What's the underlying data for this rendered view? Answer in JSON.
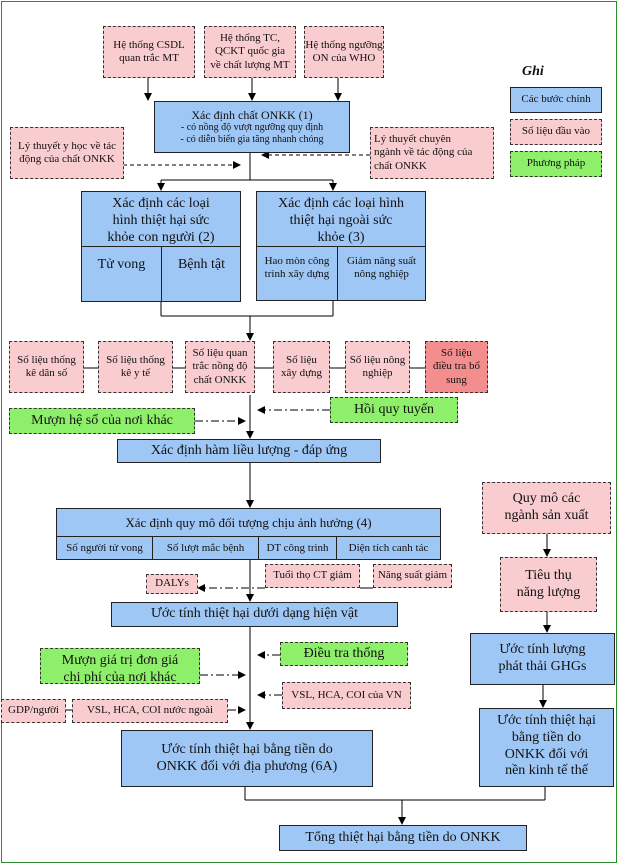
{
  "inputs_top": {
    "csdl": "Hệ thống CSDL\nquan trắc MT",
    "tc": "Hệ thống TC,\nQCKT quốc gia\nvề chất lượng MT",
    "who": "Hệ thống ngưỡng\nON của WHO"
  },
  "step1": {
    "title": "Xác định chất ONKK (1)",
    "line1": "- có nồng độ vượt ngưỡng quy định",
    "line2": "- có diễn biến gia tăng nhanh chóng"
  },
  "theory": {
    "medical": "Lý thuyết y học về tác\nđộng của chất ONKK",
    "specialist": "Lý thuyết chuyên\nngành về tác động của\nchất ONKK"
  },
  "health": {
    "title": "Xác định các loại\nhình thiệt hại sức\nkhỏe con người (2)",
    "death": "Tử vong",
    "disease": "Bệnh tật"
  },
  "nonhealth": {
    "title": "Xác định các loại hình\nthiệt hại ngoài sức\nkhỏe (3)",
    "wear": "Hao mòn công\ntrình xây dựng",
    "yield": "Giảm năng suất\nnông nghiệp"
  },
  "data_row": {
    "pop": "Số liệu thống\nkê dân số",
    "health": "Số liệu thống\nkê y tế",
    "monitor": "Số liệu quan\ntrắc nồng độ\nchất ONKK",
    "build": "Số liệu\nxây dựng",
    "agri": "Số liệu nông\nnghiệp",
    "survey": "Số liệu\nđiều tra bổ\nsung"
  },
  "methods": {
    "borrow_coef": "Mượn hệ số của nơi khác",
    "regression": "Hồi quy tuyến",
    "borrow_price": "Mượn giá trị đơn giá\nchi phí của nơi khác",
    "survey": "Điều tra thống"
  },
  "dose": "Xác định hàm liều lượng - đáp ứng",
  "scale": {
    "title": "Xác định quy mô đối tượng chịu ảnh hưởng (4)",
    "deaths": "Số người tử vong",
    "cases": "Số lượt mắc bệnh",
    "dt": "DT công trình",
    "area": "Diện tích canh tác"
  },
  "dalys": "DALYs",
  "lifespan": "Tuổi thọ CT giảm",
  "yieldloss": "Năng suất giảm",
  "physical": "Ước tính thiệt hại dưới dạng hiện vật",
  "vsl_vn": "VSL, HCA, COI của VN",
  "gdp": "GDP/người",
  "vsl_foreign": "VSL, HCA, COI nước ngoài",
  "local_money": "Ước tính thiệt hại bằng tiền do\nONKK đối với địa phương (6A)",
  "right": {
    "scale": "Quy mô các\nngành sản xuất",
    "energy": "Tiêu thụ\nnăng lượng",
    "ghg": "Ước tính lượng\nphát thải GHGs",
    "global": "Ước tính thiệt hại\nbằng tiền do\nONKK đối với\nnền kinh tế thế"
  },
  "total": "Tổng thiệt hại bằng tiền do ONKK",
  "legend": {
    "title": "Ghi",
    "main": "Các bước chính",
    "input": "Số liệu đầu vào",
    "method": "Phương pháp"
  },
  "colors": {
    "main": "#9fc7f5",
    "input": "#f9ccd0",
    "method": "#8ef06a",
    "extra": "#f48e8e",
    "frame": "#2e8b2e"
  }
}
